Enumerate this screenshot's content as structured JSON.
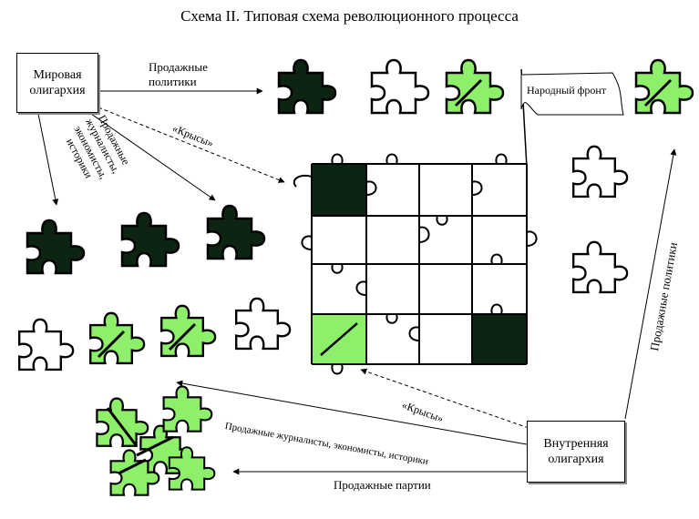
{
  "title": "Схема II. Типовая схема революционного процесса",
  "nodes": {
    "world_oligarchy": "Мировая олигархия",
    "internal_oligarchy": "Внутренняя олигархия",
    "popular_front": "Народный фронт"
  },
  "labels": {
    "venal_policies_top": "Продажные политики",
    "venal_media_left": "Продажные журналисты, экономисты, историки",
    "rats_top": "«Крысы»",
    "rats_bottom": "«Крысы»",
    "venal_media_bottom": "Продажные журналисты, экономисты, историки",
    "venal_parties": "Продажные партии",
    "venal_policies_right": "Продажные политики"
  },
  "colors": {
    "dark": "#0d2412",
    "green": "#8ef06a",
    "light": "#ffffff",
    "stroke": "#000000"
  },
  "pieces": [
    {
      "kind": "dark"
    },
    {
      "kind": "light"
    },
    {
      "kind": "green"
    },
    {
      "kind": "green"
    },
    {
      "kind": "dark"
    },
    {
      "kind": "dark"
    },
    {
      "kind": "dark"
    },
    {
      "kind": "light"
    },
    {
      "kind": "green"
    },
    {
      "kind": "green"
    },
    {
      "kind": "light"
    },
    {
      "kind": "light"
    },
    {
      "kind": "light"
    }
  ]
}
